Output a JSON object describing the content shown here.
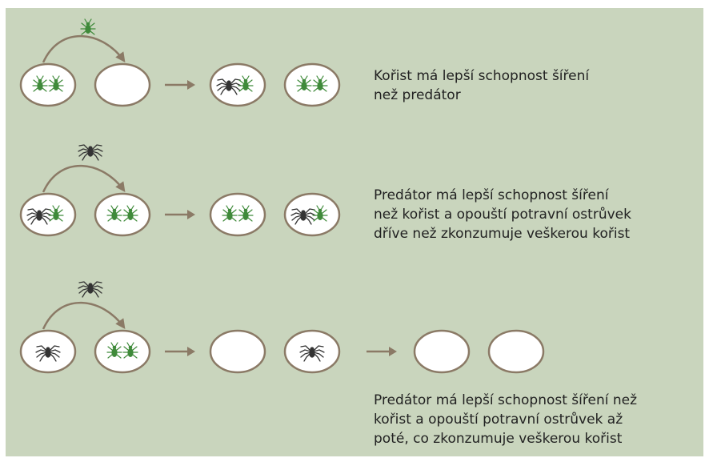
{
  "colors": {
    "background": "#c9d5bd",
    "patch_fill": "#ffffff",
    "patch_border": "#8b7a66",
    "arrow": "#8b7a66",
    "prey": "#3f8a3a",
    "predator": "#333333",
    "text": "#222222"
  },
  "icons": {
    "prey": "aphid-icon",
    "predator": "spider-icon"
  },
  "scenarios": [
    {
      "caption": [
        "Kořist má lepší schopnost šíření",
        "než predátor"
      ],
      "disperser": "prey",
      "before": [
        [
          "prey",
          "prey"
        ],
        []
      ],
      "after": [
        [
          "predator",
          "prey"
        ],
        [
          "prey",
          "prey"
        ]
      ],
      "final": []
    },
    {
      "caption": [
        "Predátor má lepší schopnost šíření",
        "než kořist a opouští potravní ostrůvek",
        "dříve než zkonzumuje veškerou kořist"
      ],
      "disperser": "predator",
      "before": [
        [
          "predator",
          "prey"
        ],
        [
          "prey",
          "prey"
        ]
      ],
      "after": [
        [
          "prey",
          "prey"
        ],
        [
          "predator",
          "prey"
        ]
      ],
      "final": []
    },
    {
      "caption": [
        "Predátor má lepší schopnost šíření než",
        "kořist a opouští potravní ostrůvek až",
        "poté, co zkonzumuje veškerou kořist"
      ],
      "disperser": "predator",
      "before": [
        [
          "predator"
        ],
        [
          "prey",
          "prey"
        ]
      ],
      "after": [
        [],
        [
          "predator"
        ]
      ],
      "final": [
        [],
        []
      ]
    }
  ]
}
